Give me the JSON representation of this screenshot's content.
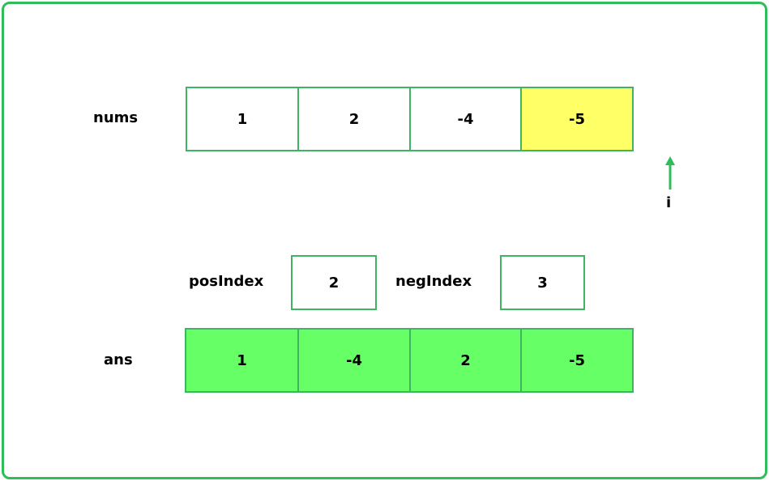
{
  "colors": {
    "border": "#3fb463",
    "frame": "#2ebd59",
    "highlight": "#ffff66",
    "filled": "#66ff66"
  },
  "nums": {
    "label": "nums",
    "values": [
      "1",
      "2",
      "-4",
      "-5"
    ],
    "highlight_index": 3
  },
  "pointer": {
    "label": "i",
    "icon": "up-arrow-icon"
  },
  "posIndex": {
    "label": "posIndex",
    "value": "2"
  },
  "negIndex": {
    "label": "negIndex",
    "value": "3"
  },
  "ans": {
    "label": "ans",
    "values": [
      "1",
      "-4",
      "2",
      "-5"
    ]
  }
}
